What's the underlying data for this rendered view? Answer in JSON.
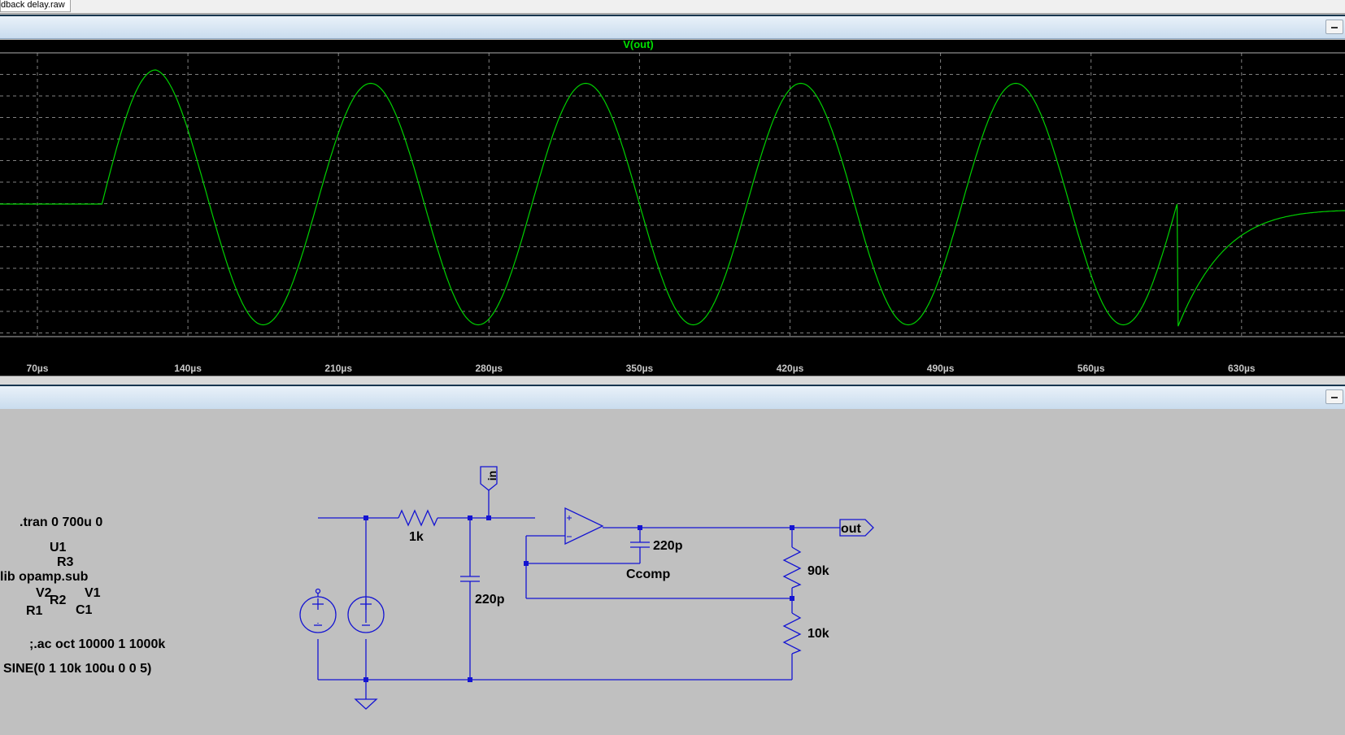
{
  "tab": {
    "title": "dback delay.raw"
  },
  "plot": {
    "trace_label": "V(out)",
    "trace_color": "#00e000",
    "x_ticks": [
      "70µs",
      "140µs",
      "210µs",
      "280µs",
      "350µs",
      "420µs",
      "490µs",
      "560µs",
      "630µs"
    ]
  },
  "schematic": {
    "wire_color": "#1414d2",
    "directives": {
      "tran": ".tran 0 700u 0",
      "lib": "lib opamp.sub",
      "ac": ";.ac oct 10000 1 1000k",
      "sine": "SINE(0 1 10k 100u 0 0 5)"
    },
    "stray_labels": {
      "u1": "U1",
      "r3": "R3",
      "v2": "V2",
      "r2": "R2",
      "v1": "V1",
      "r1": "R1",
      "c1": "C1"
    },
    "parts": {
      "r_in": "1k",
      "c_shunt": "220p",
      "c_comp_value": "220p",
      "c_comp_name": "Ccomp",
      "r_top": "90k",
      "r_bot": "10k"
    },
    "nets": {
      "in": "in",
      "out": "out"
    }
  }
}
